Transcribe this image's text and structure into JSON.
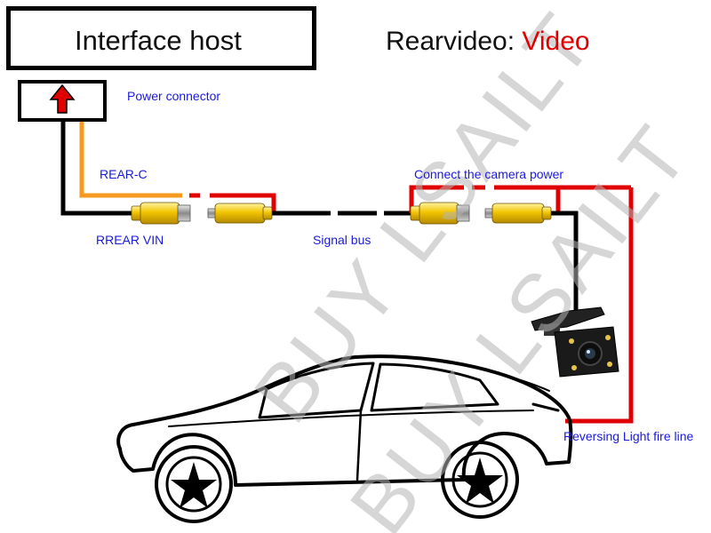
{
  "title": {
    "host": "Interface host",
    "rear_prefix": "Rearvideo: ",
    "rear_highlight": "Video"
  },
  "labels": {
    "power_connector": "Power connector",
    "rear_c": "REAR-C",
    "rrear_vin": "RREAR VIN",
    "signal_bus": "Signal bus",
    "camera_power": "Connect the camera power",
    "reversing_light": "Reversing Light fire line"
  },
  "watermark": {
    "text_1": "BUY LSAILT",
    "text_2": "BUY LSAILT"
  },
  "colors": {
    "wire_black": "#000000",
    "wire_red": "#e00000",
    "wire_orange": "#f59a1e",
    "rca_yellow": "#f2c500",
    "label_blue": "#1a1adc",
    "highlight_red": "#e00000"
  },
  "icons": {
    "power_arrow": "up-arrow-icon"
  }
}
